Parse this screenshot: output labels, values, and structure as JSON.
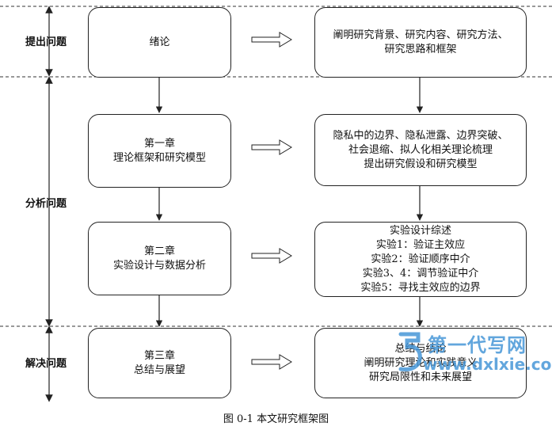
{
  "stages": [
    {
      "label": "提出问题"
    },
    {
      "label": "分析问题"
    },
    {
      "label": "解决问题"
    }
  ],
  "left_boxes": [
    {
      "lines": [
        "绪论"
      ]
    },
    {
      "lines": [
        "第一章",
        "理论框架和研究模型"
      ]
    },
    {
      "lines": [
        "第二章",
        "实验设计与数据分析"
      ]
    },
    {
      "lines": [
        "第三章",
        "总结与展望"
      ]
    }
  ],
  "right_boxes": [
    {
      "lines": [
        "阐明研究背景、研究内容、研究方法、",
        "研究思路和框架"
      ]
    },
    {
      "lines": [
        "隐私中的边界、隐私泄露、边界突破、",
        "社会退缩、拟人化相关理论梳理",
        "提出研究假设和研究模型"
      ]
    },
    {
      "lines": [
        "实验设计综述",
        "实验1：验证主效应",
        "实验2：验证顺序中介",
        "实验3、4：调节验证中介",
        "实验5：寻找主效应的边界"
      ]
    },
    {
      "lines": [
        "总结与结论",
        "阐明研究理论和实践意义",
        "研究局限性和未来展望"
      ]
    }
  ],
  "caption": "图 0-1  本文研究框架图",
  "watermark": {
    "name": "第一代写网",
    "url": "www.dxlxie.com"
  }
}
